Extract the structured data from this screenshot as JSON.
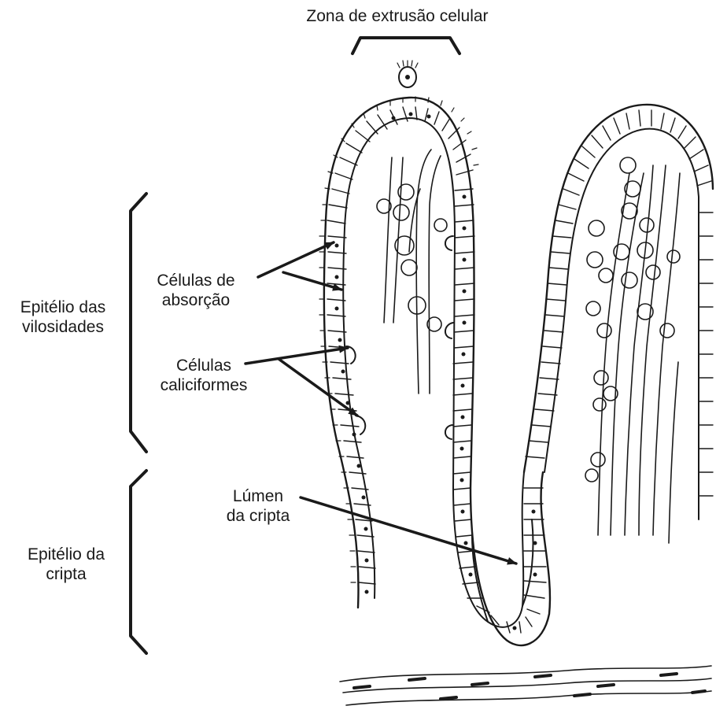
{
  "labels": {
    "extrusion": "Zona de extrusão celular",
    "villus_epithelium": [
      "Epitélio das",
      "vilosidades"
    ],
    "absorptive_cells": [
      "Células de",
      "absorção"
    ],
    "goblet_cells": [
      "Células",
      "caliciformes"
    ],
    "crypt_lumen": [
      "Lúmen",
      "da cripta"
    ],
    "crypt_epithelium": [
      "Epitélio da",
      "cripta"
    ]
  },
  "colors": {
    "ink": "#1a1a1a",
    "background": "#ffffff"
  }
}
